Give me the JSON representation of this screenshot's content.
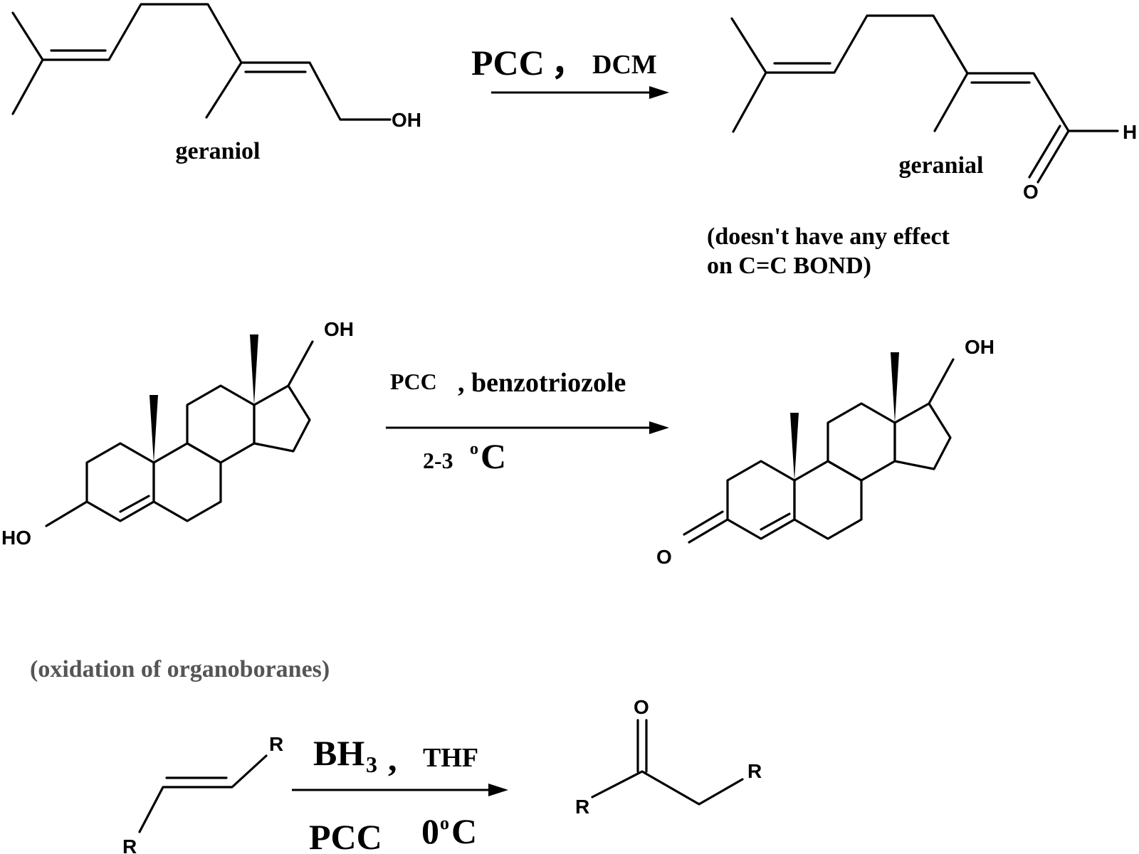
{
  "colors": {
    "ink": "#000000",
    "note_grey": "#555555",
    "background": "#ffffff"
  },
  "reaction1": {
    "reactant_name": "geraniol",
    "product_name": "geranial",
    "reactant_oh": "OH",
    "product_h": "H",
    "product_o": "O",
    "reagent_main": "PCC",
    "reagent_comma": "，",
    "reagent_solvent": "DCM",
    "note_line1": "(doesn't have any effect",
    "note_line2": "on C=C BOND)"
  },
  "reaction2": {
    "reactant_oh_top": "OH",
    "reactant_ho": "HO",
    "product_oh_top": "OH",
    "product_o": "O",
    "reagent_main": "PCC",
    "reagent_additive": ", benzotriozole",
    "temp_value": "2-3",
    "temp_degree": "o",
    "temp_unit": "C"
  },
  "reaction3": {
    "heading": "(oxidation of organoboranes)",
    "reactant_r_top": "R",
    "reactant_r_bottom": "R",
    "product_o": "O",
    "product_r_left": "R",
    "product_r_right": "R",
    "reagent_borane": "BH",
    "reagent_borane_sub": "3",
    "reagent_comma": ",",
    "reagent_solvent": "THF",
    "reagent_oxidant": "PCC",
    "temp_value": "0",
    "temp_degree": "o",
    "temp_unit": "C"
  }
}
